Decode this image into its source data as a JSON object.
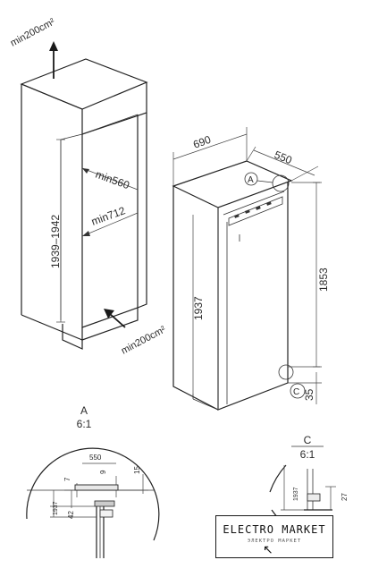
{
  "niche": {
    "vent_top": "min200cm²",
    "vent_bottom": "min200cm²",
    "height": "1939–1942",
    "depth": "min560",
    "width": "min712"
  },
  "appliance": {
    "width": "690",
    "depth": "550",
    "detail_a_marker": "A",
    "detail_c_marker": "C",
    "total_height": "1853",
    "door_height": "1937",
    "bottom_gap": "35"
  },
  "detail_a": {
    "title": "A",
    "scale": "6:1",
    "dim_550": "550",
    "dim_9": "9",
    "dim_15": "15",
    "dim_7": "7",
    "dim_1937": "1937",
    "dim_42": "42"
  },
  "detail_c": {
    "title": "C",
    "scale": "6:1",
    "dim_1937": "1937",
    "dim_27": "27"
  },
  "logo": {
    "main": "ELECTRO MARKET",
    "sub": "ЭЛЕКТРО МАРКЕТ"
  }
}
